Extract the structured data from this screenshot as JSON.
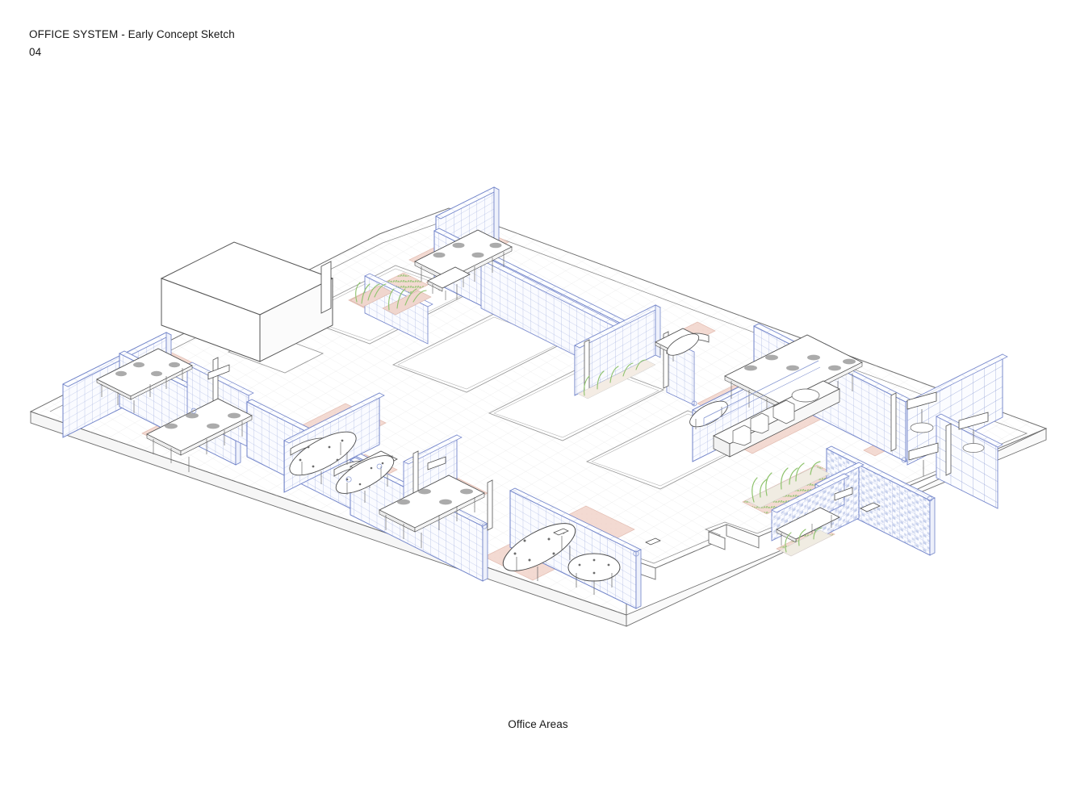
{
  "sheet": {
    "title": "OFFICE SYSTEM - Early Concept Sketch",
    "number": "04",
    "caption": "Office Areas"
  },
  "palette": {
    "background": "#ffffff",
    "text": "#171717",
    "slab_outline": "#6e6e6e",
    "slab_fill": "#ffffff",
    "slab_edge_shadow": "#f4f4f4",
    "floor_grid": "#d8d8d8",
    "floor_grid_light": "#e6e6e6",
    "glass_mullion": "#7f90cf",
    "glass_mullion_light": "#a9b5e0",
    "glass_fill": "#fbfcff",
    "glass_panel_tint": "#eef1fb",
    "solid_volume_outline": "#555555",
    "solid_volume_fill": "#ffffff",
    "zone_pink": "#f3dad2",
    "zone_pink_edge": "#e3bdb2",
    "planting_green": "#8ec36c",
    "planting_green_light": "#b5d99a",
    "furniture_outline": "#4a4a4a",
    "furniture_fill": "#ffffff",
    "furniture_shadow": "#9a9a9a"
  },
  "drawing": {
    "type": "axonometric-isometric",
    "subject": "Open-plan office floor plate",
    "projection": "isometric, 30 degree",
    "scale_note": "",
    "line_weight_note": "",
    "elements": {
      "floor_slab": {
        "name": "Main floor slab",
        "outline_shape": "stepped rectangular plate",
        "has_visible_thickness": true
      },
      "atrium_voids": {
        "name": "Central atrium voids",
        "count": 5,
        "fill": "white"
      },
      "glass_partitions": {
        "name": "Gridded glass partition walls",
        "count": 18,
        "pattern": "rectangular mullion grid"
      },
      "solid_volume": {
        "name": "Opaque core volume",
        "count": 1,
        "location": "upper left"
      },
      "work_zones": {
        "name": "Pink carpeted work zones",
        "count": 14
      },
      "desk_clusters": {
        "name": "Bench desk clusters",
        "count": 7
      },
      "meeting_tables": {
        "name": "Round and oval meeting tables",
        "count": 6
      },
      "planting_beds": {
        "name": "Interior planting beds",
        "count": 5
      },
      "cafe_counter": {
        "name": "Cafe / pantry counter",
        "count": 1
      },
      "hanging_panels": {
        "name": "Suspended display panels",
        "count": 4
      }
    }
  }
}
